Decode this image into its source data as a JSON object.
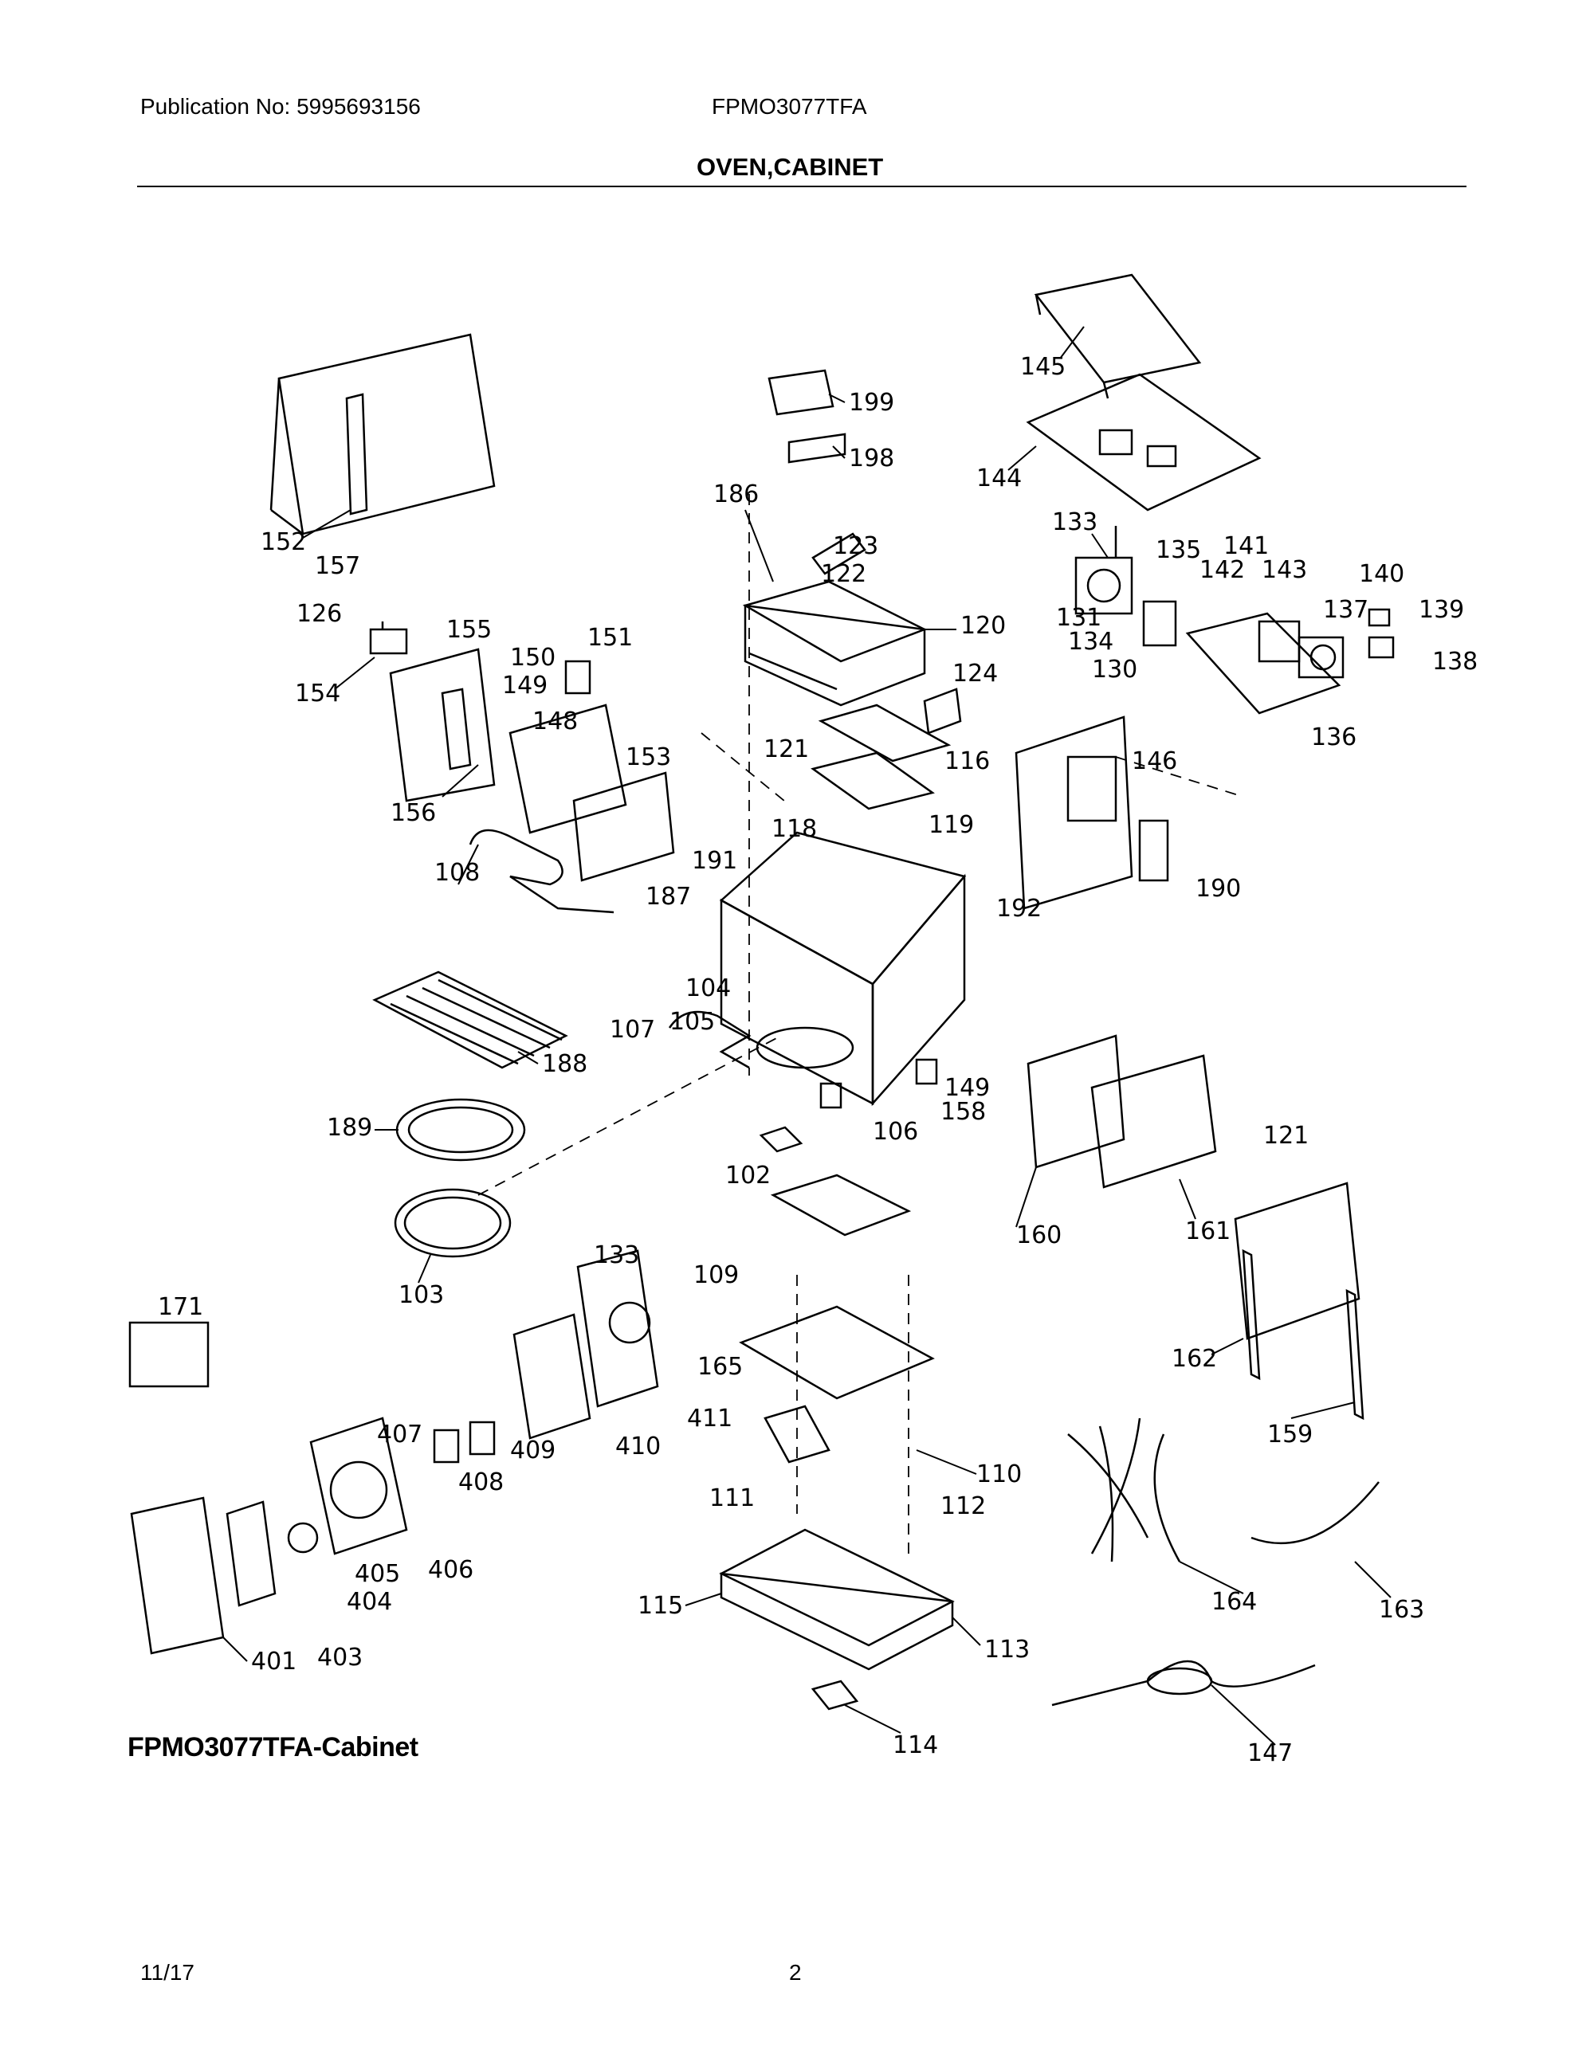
{
  "header": {
    "publication": "Publication No:  5995693156",
    "model": "FPMO3077TFA",
    "section_title": "OVEN,CABINET"
  },
  "diagram": {
    "caption": "FPMO3077TFA-Cabinet",
    "callouts": [
      "145",
      "199",
      "198",
      "144",
      "152",
      "157",
      "186",
      "123",
      "122",
      "133",
      "135",
      "141",
      "142",
      "143",
      "140",
      "139",
      "131",
      "134",
      "130",
      "137",
      "138",
      "136",
      "126",
      "155",
      "154",
      "151",
      "150",
      "149",
      "148",
      "120",
      "124",
      "121",
      "116",
      "153",
      "156",
      "119",
      "146",
      "190",
      "108",
      "118",
      "191",
      "192",
      "187",
      "104",
      "105",
      "107",
      "188",
      "149",
      "158",
      "106",
      "189",
      "102",
      "160",
      "161",
      "121",
      "103",
      "171",
      "133",
      "109",
      "165",
      "162",
      "411",
      "410",
      "409",
      "407",
      "408",
      "110",
      "111",
      "112",
      "159",
      "406",
      "405",
      "404",
      "403",
      "401",
      "164",
      "163",
      "115",
      "113",
      "114",
      "147"
    ]
  },
  "footer": {
    "date": "11/17",
    "page": "2"
  }
}
